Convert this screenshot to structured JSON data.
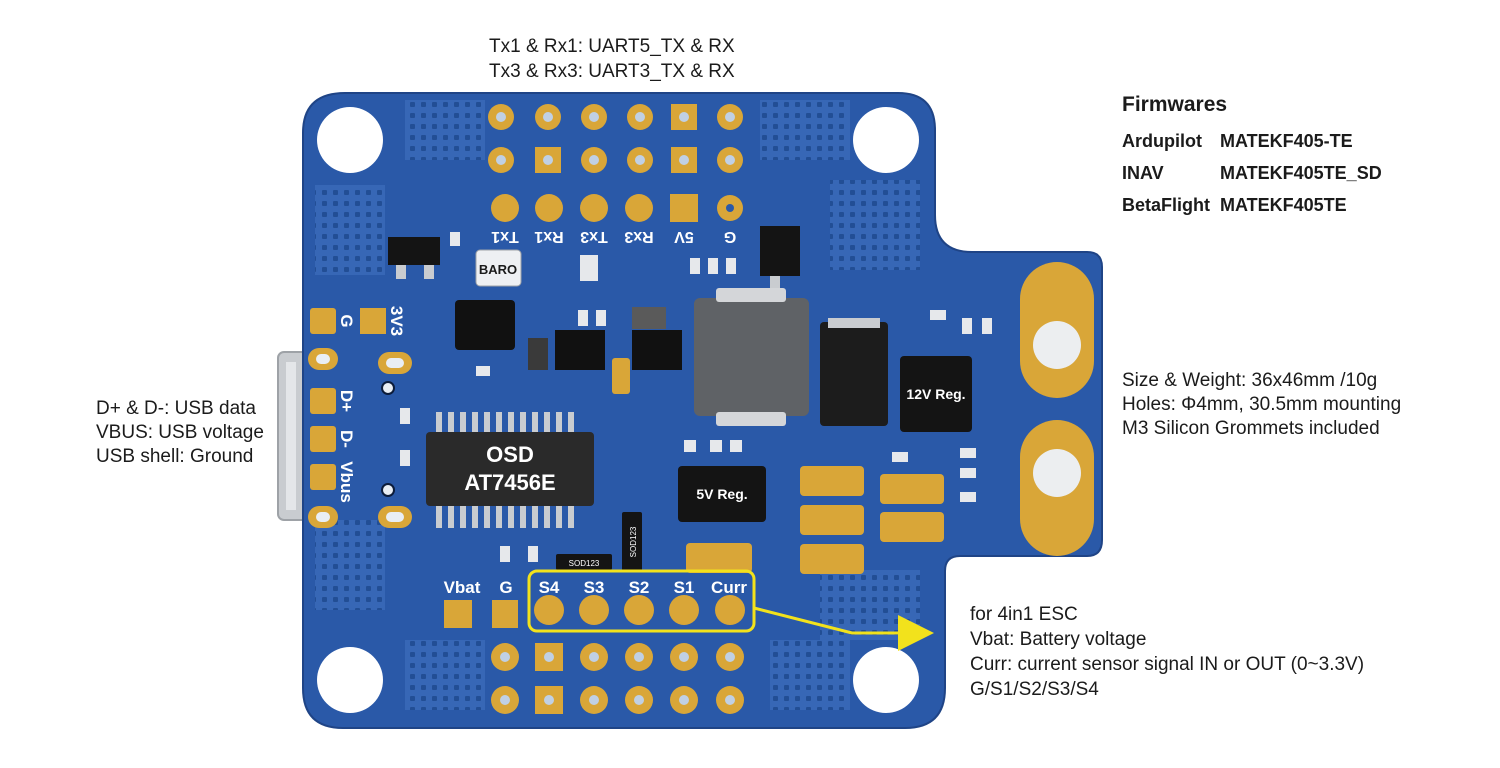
{
  "uart_note": {
    "line1": "Tx1 & Rx1: UART5_TX & RX",
    "line2": "Tx3 & Rx3: UART3_TX & RX"
  },
  "firmwares": {
    "title": "Firmwares",
    "rows": [
      {
        "name": "Ardupilot",
        "target": "MATEKF405-TE"
      },
      {
        "name": "INAV",
        "target": "MATEKF405TE_SD"
      },
      {
        "name": "BetaFlight",
        "target": "MATEKF405TE"
      }
    ]
  },
  "usb_note": {
    "line1": "D+ & D-: USB data",
    "line2": "VBUS: USB voltage",
    "line3": "USB shell: Ground"
  },
  "specs_note": {
    "line1": "Size & Weight: 36x46mm /10g",
    "line2": "Holes: Φ4mm, 30.5mm mounting",
    "line3": "M3 Silicon Grommets included"
  },
  "esc_note": {
    "line1": "for 4in1 ESC",
    "line2": "Vbat: Battery voltage",
    "line3": "Curr: current sensor signal IN or OUT (0~3.3V)",
    "line4": "G/S1/S2/S3/S4"
  },
  "board": {
    "pcb_color": "#2a59a8",
    "gold_color": "#d9a638",
    "top_pad_labels": [
      "Tx1",
      "Rx1",
      "Tx3",
      "Rx3",
      "5V",
      "G"
    ],
    "left_pad_labels": {
      "g": "G",
      "v33": "3V3",
      "dp": "D+",
      "dm": "D-",
      "vbus": "Vbus"
    },
    "bottom_pad_labels": [
      "Vbat",
      "G",
      "S4",
      "S3",
      "S2",
      "S1",
      "Curr"
    ],
    "chips": {
      "baro": "BARO",
      "osd_line1": "OSD",
      "osd_line2": "AT7456E",
      "reg12": "12V Reg.",
      "reg5": "5V Reg.",
      "diode1": "SOD123",
      "diode2": "SOD123"
    },
    "highlight_color": "#f2e21c"
  }
}
